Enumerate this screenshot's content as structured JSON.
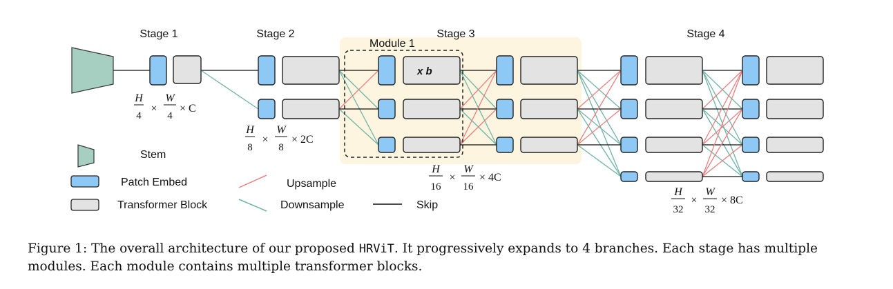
{
  "stages": {
    "s1": "Stage 1",
    "s2": "Stage 2",
    "s3": "Stage 3",
    "s4": "Stage 4"
  },
  "module_label": "Module 1",
  "repeat_label": "x b",
  "dims": {
    "d1": {
      "h": "H",
      "hden": "4",
      "w": "W",
      "wden": "4",
      "c": "× C"
    },
    "d2": {
      "h": "H",
      "hden": "8",
      "w": "W",
      "wden": "8",
      "c": "× 2C"
    },
    "d3": {
      "h": "H",
      "hden": "16",
      "w": "W",
      "wden": "16",
      "c": "× 4C"
    },
    "d4": {
      "h": "H",
      "hden": "32",
      "w": "W",
      "wden": "32",
      "c": "× 8C"
    },
    "times": "×"
  },
  "legend": {
    "stem": "Stem",
    "patch_embed": "Patch Embed",
    "transformer_block": "Transformer Block",
    "upsample": "Upsample",
    "downsample": "Downsample",
    "skip": "Skip"
  },
  "colors": {
    "stem": "#a6cfc1",
    "patch_embed": "#8ec8f5",
    "transformer_block": "#e3e3e3",
    "upsample": "#e8807f",
    "downsample": "#6fb3a5",
    "module_bg": "#fdf5e0"
  },
  "caption": {
    "prefix": "Figure 1: The overall architecture of our proposed ",
    "name": "HRViT",
    "suffix": ". It progressively expands to 4 branches. Each stage has multiple modules. Each module contains multiple transformer blocks."
  }
}
